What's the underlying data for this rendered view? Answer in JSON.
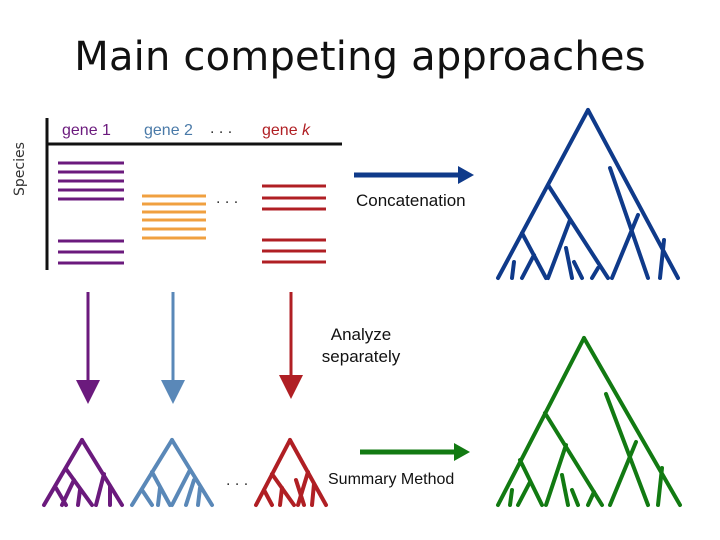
{
  "title": "Main competing approaches",
  "axis_label": "Species",
  "genes": [
    {
      "label": "gene 1",
      "color": "#6b1a7d"
    },
    {
      "label": "gene 2",
      "color": "#4a7aa8"
    },
    {
      "label": "gene k",
      "label_prefix": "gene",
      "label_var": "k",
      "color": "#b01f24"
    }
  ],
  "sequence_color_gene2": "#f0a040",
  "ellipsis": ". . .",
  "concatenation_label": "Concatenation",
  "concatenation_color": "#0f3a8a",
  "analyze_label": "Analyze separately",
  "summary_label": "Summary Method",
  "summary_color": "#127a12"
}
